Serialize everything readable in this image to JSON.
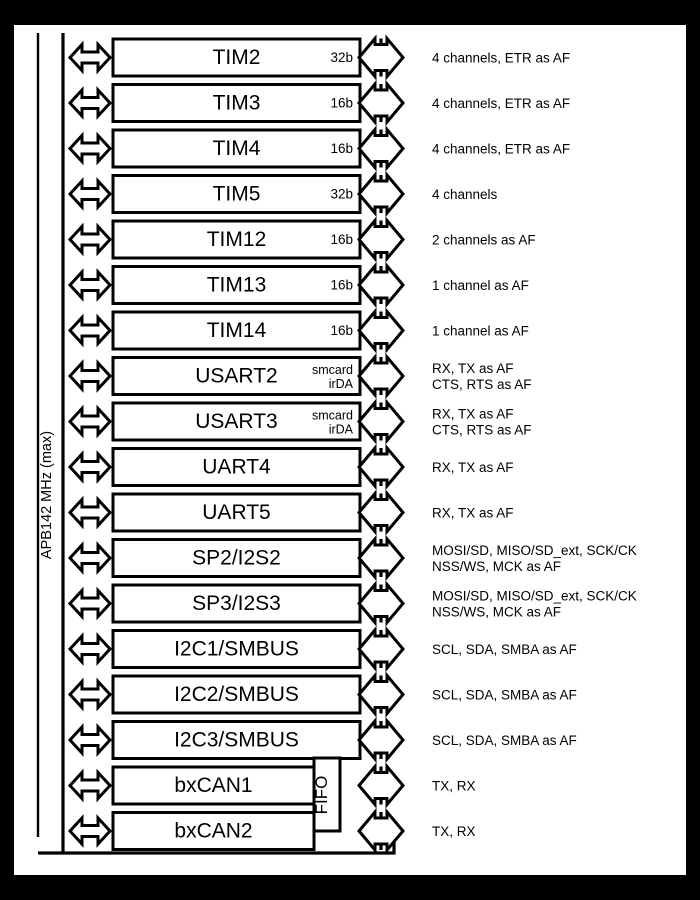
{
  "figure": {
    "bus_label": "APB142 MHz (max)",
    "fifo_label": "FIFO",
    "background": "#ffffff",
    "border_color": "#000000",
    "line_color": "#000000"
  },
  "rows": [
    {
      "name": "TIM2",
      "width_tag": "32b",
      "width_tag2": "",
      "annot1": "4 channels, ETR as AF",
      "annot2": ""
    },
    {
      "name": "TIM3",
      "width_tag": "16b",
      "width_tag2": "",
      "annot1": "4 channels, ETR as AF",
      "annot2": ""
    },
    {
      "name": "TIM4",
      "width_tag": "16b",
      "width_tag2": "",
      "annot1": "4 channels, ETR as AF",
      "annot2": ""
    },
    {
      "name": "TIM5",
      "width_tag": "32b",
      "width_tag2": "",
      "annot1": "4 channels",
      "annot2": ""
    },
    {
      "name": "TIM12",
      "width_tag": "16b",
      "width_tag2": "",
      "annot1": "2 channels as AF",
      "annot2": ""
    },
    {
      "name": "TIM13",
      "width_tag": "16b",
      "width_tag2": "",
      "annot1": "1 channel as AF",
      "annot2": ""
    },
    {
      "name": "TIM14",
      "width_tag": "16b",
      "width_tag2": "",
      "annot1": "1 channel as AF",
      "annot2": ""
    },
    {
      "name": "USART2",
      "width_tag": "smcard",
      "width_tag2": "irDA",
      "annot1": "RX, TX as AF",
      "annot2": "CTS, RTS as AF"
    },
    {
      "name": "USART3",
      "width_tag": "smcard",
      "width_tag2": "irDA",
      "annot1": "RX, TX as AF",
      "annot2": "CTS, RTS as AF"
    },
    {
      "name": "UART4",
      "width_tag": "",
      "width_tag2": "",
      "annot1": "RX, TX as AF",
      "annot2": ""
    },
    {
      "name": "UART5",
      "width_tag": "",
      "width_tag2": "",
      "annot1": "RX, TX as AF",
      "annot2": ""
    },
    {
      "name": "SP2/I2S2",
      "width_tag": "",
      "width_tag2": "",
      "annot1": "MOSI/SD, MISO/SD_ext, SCK/CK",
      "annot2": "NSS/WS, MCK as AF"
    },
    {
      "name": "SP3/I2S3",
      "width_tag": "",
      "width_tag2": "",
      "annot1": "MOSI/SD, MISO/SD_ext, SCK/CK",
      "annot2": "NSS/WS, MCK as AF"
    },
    {
      "name": "I2C1/SMBUS",
      "width_tag": "",
      "width_tag2": "",
      "annot1": "SCL, SDA, SMBA as AF",
      "annot2": ""
    },
    {
      "name": "I2C2/SMBUS",
      "width_tag": "",
      "width_tag2": "",
      "annot1": "SCL, SDA, SMBA as AF",
      "annot2": ""
    },
    {
      "name": "I2C3/SMBUS",
      "width_tag": "",
      "width_tag2": "",
      "annot1": "SCL, SDA, SMBA as AF",
      "annot2": ""
    },
    {
      "name": "bxCAN1",
      "width_tag": "",
      "width_tag2": "",
      "annot1": "TX, RX",
      "annot2": ""
    },
    {
      "name": "bxCAN2",
      "width_tag": "",
      "width_tag2": "",
      "annot1": "TX, RX",
      "annot2": ""
    }
  ]
}
